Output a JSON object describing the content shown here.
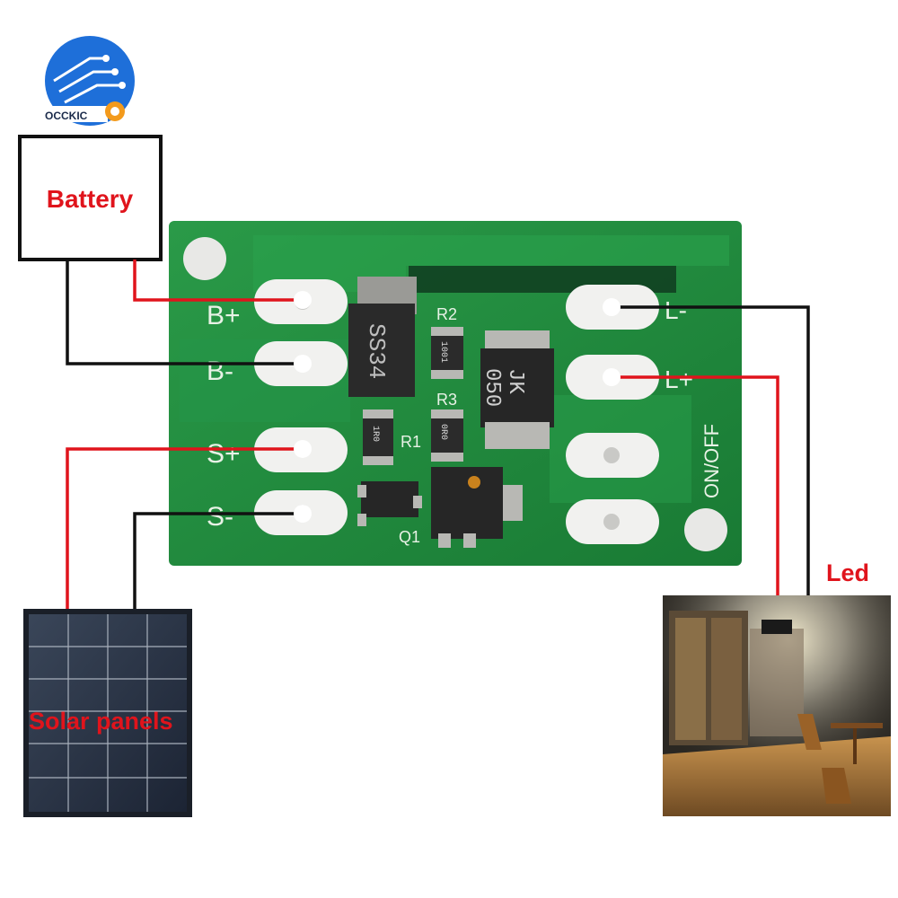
{
  "brand": {
    "name": "OCCKIC"
  },
  "labels": {
    "battery": "Battery",
    "solar": "Solar panels",
    "led": "Led"
  },
  "board": {
    "pins_left": [
      "B+",
      "B-",
      "S+",
      "S-"
    ],
    "pins_right": [
      "L-",
      "L+",
      "ON/OFF"
    ],
    "components": {
      "diode_mark": "SS34",
      "r2": "R2",
      "r2_code": "1001",
      "r3": "R3",
      "r3_code": "0R0",
      "r1": "R1",
      "r1_code": "1R0",
      "ic_mark": "JK\n050",
      "ic_line1": "JK",
      "ic_line2": "050",
      "q1": "Q1"
    }
  },
  "colors": {
    "board": "#1f8a3c",
    "wire_positive": "#e0141c",
    "wire_negative": "#111111",
    "brand_blue": "#1e6fd9"
  }
}
